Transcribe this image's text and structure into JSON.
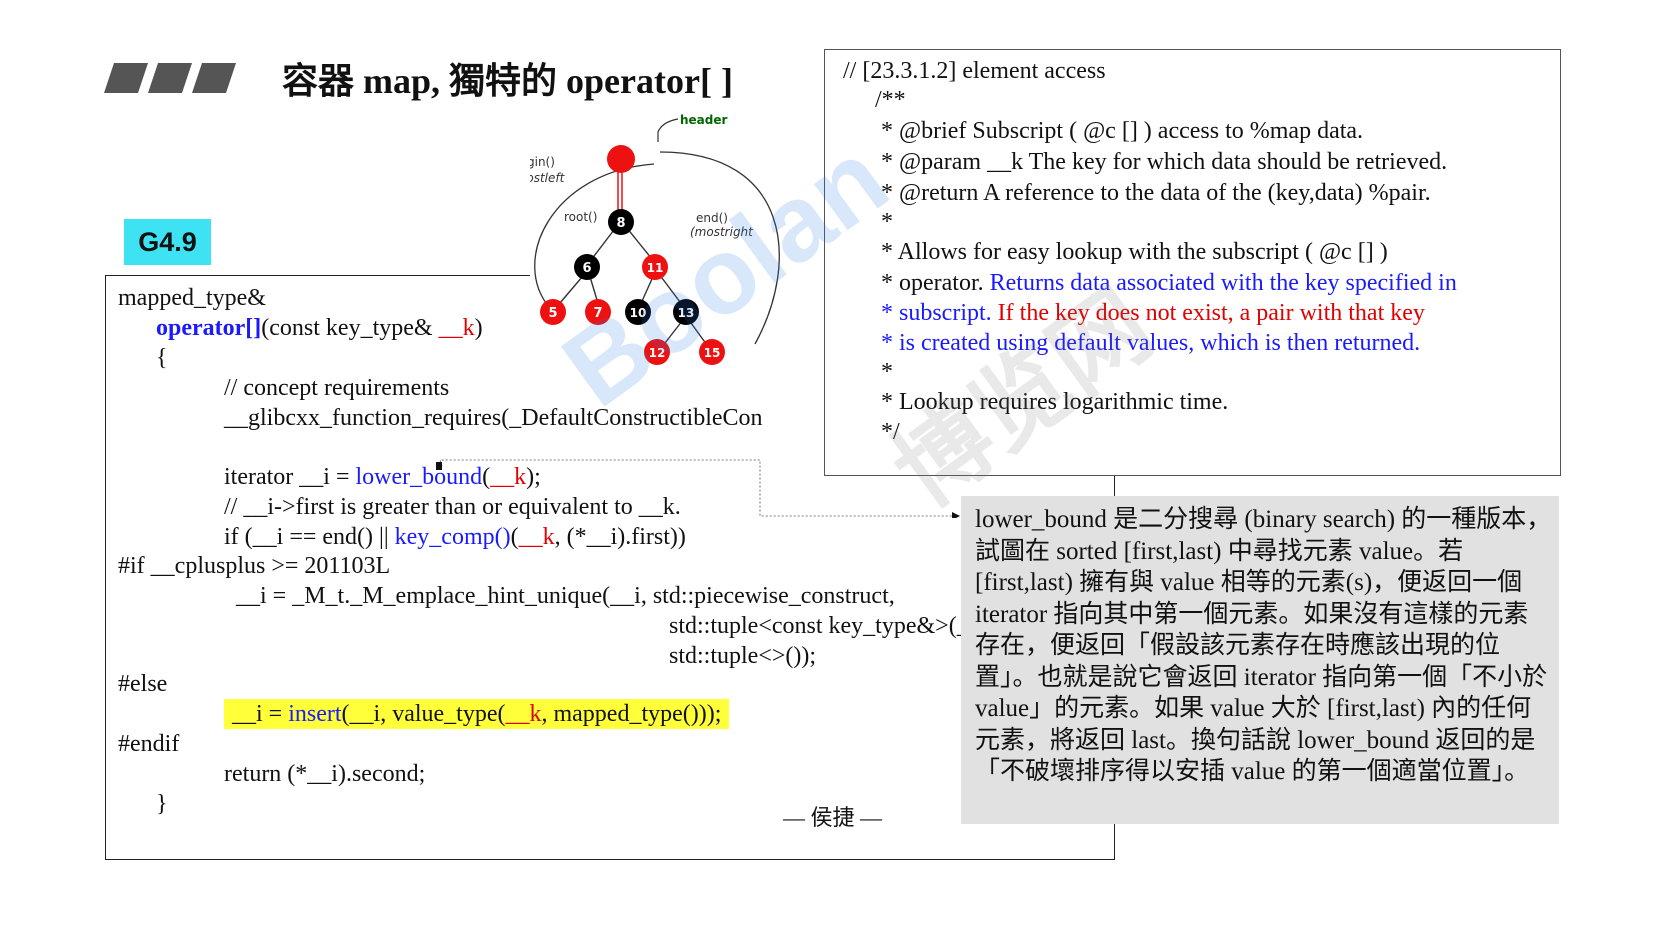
{
  "slide": {
    "title": "容器 map, 獨特的 operator[ ]",
    "version_badge": "G4.9",
    "author": "— 侯捷 —"
  },
  "code": {
    "l1": "mapped_type&",
    "l2_kw": "operator[]",
    "l2_a": "(const key_type& ",
    "l2_k": "__k",
    "l2_b": ")",
    "l3": "{",
    "l4": "// concept requirements",
    "l5": "__glibcxx_function_requires(_DefaultConstructibleCon",
    "l6_a": "iterator __i = ",
    "l6_kw": "lower_bound",
    "l6_b": "(",
    "l6_k": "__k",
    "l6_c": ");",
    "l7": "// __i->first is greater than or equivalent to __k.",
    "l8_a": "if (__i == end() || ",
    "l8_kw": "key_comp()",
    "l8_b": "(",
    "l8_k": "__k",
    "l8_c": ", (*__i).first))",
    "l9": "#if __cplusplus >= 201103L",
    "l10": "__i = _M_t._M_emplace_hint_unique(__i, std::piecewise_construct,",
    "l11": "std::tuple<const key_type&>(__k),",
    "l12": "std::tuple<>());",
    "l13": "#else",
    "l14_a": "__i = ",
    "l14_kw": "insert",
    "l14_b": "(__i, value_type(",
    "l14_k": "__k",
    "l14_c": ", mapped_type()));",
    "l15": "#endif",
    "l16": "return (*__i).second;",
    "l17": "}"
  },
  "comment": {
    "c1": "// [23.3.1.2] element access",
    "c2": "/**",
    "c3": "*  @brief  Subscript ( @c [] ) access to %map data.",
    "c4": "*  @param  __k  The key for which data should be retrieved.",
    "c5": "*  @return  A reference to the data of the (key,data) %pair.",
    "c6": "*",
    "c7": "*  Allows for easy lookup with the subscript ( @c [] )",
    "c8_a": "*  operator.  ",
    "c8_b": "Returns data associated with the key specified in",
    "c9_star": "*  ",
    "c9_a": "subscript.  ",
    "c9_b": "If the key does not exist, a pair with that key",
    "c10_star": "*  ",
    "c10_a": "is created using default values, which is then returned.",
    "c11": "*",
    "c12": "*  Lookup requires logarithmic time.",
    "c13": "*/"
  },
  "note": {
    "text": "lower_bound 是二分搜尋 (binary search) 的一種版本，試圖在 sorted [first,last) 中尋找元素 value。若 [first,last) 擁有與 value 相等的元素(s)，便返回一個 iterator 指向其中第一個元素。如果沒有這樣的元素存在，便返回「假設該元素存在時應該出現的位置」。也就是說它會返回 iterator 指向第一個「不小於 value」的元素。如果 value 大於 [first,last) 內的任何元素，將返回 last。換句話說 lower_bound 返回的是「不破壞排序得以安插 value 的第一個適當位置」。"
  },
  "tree": {
    "header_label": "header",
    "begin_label": "begin()",
    "begin_sub": "(mostleft",
    "root_label": "root()",
    "end_label": "end()",
    "end_sub": "(mostright",
    "nodes": [
      {
        "key": "8",
        "color": "black"
      },
      {
        "key": "6",
        "color": "black"
      },
      {
        "key": "11",
        "color": "red"
      },
      {
        "key": "5",
        "color": "red"
      },
      {
        "key": "7",
        "color": "red"
      },
      {
        "key": "10",
        "color": "black"
      },
      {
        "key": "13",
        "color": "black"
      },
      {
        "key": "12",
        "color": "red"
      },
      {
        "key": "15",
        "color": "red"
      }
    ],
    "colors": {
      "red": "#ee1111",
      "black": "#000000",
      "header_label": "#006600"
    }
  },
  "watermark": {
    "brand": "Boolan",
    "cn": "博览网"
  }
}
